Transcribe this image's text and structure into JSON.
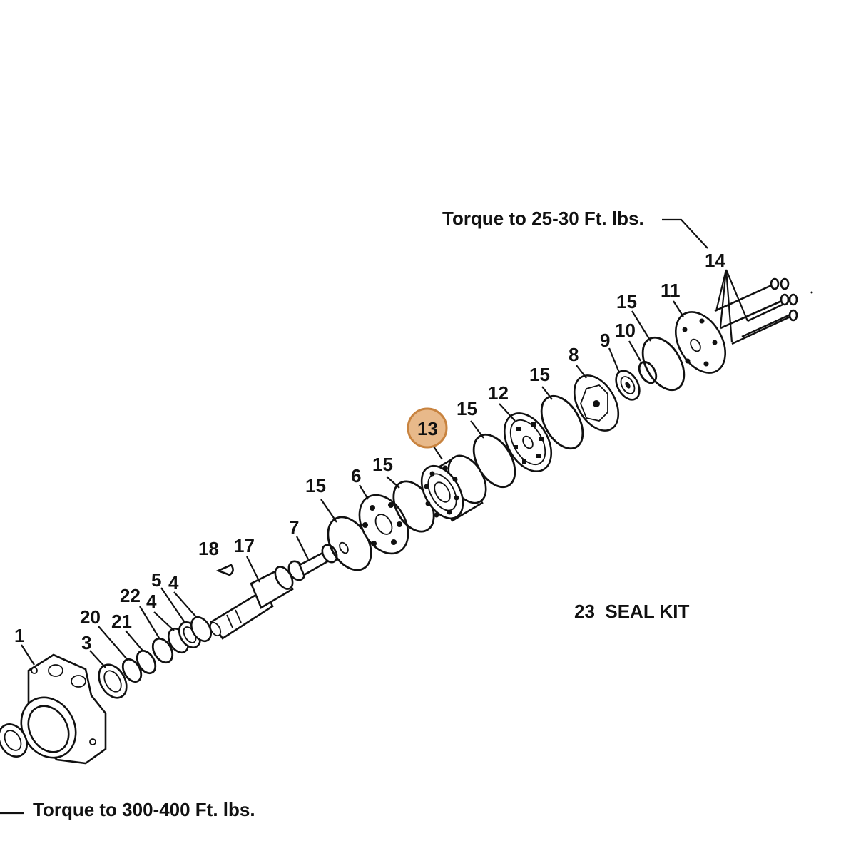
{
  "diagram": {
    "callouts": {
      "c1": "1",
      "c3": "3",
      "c20": "20",
      "c21": "21",
      "c22": "22",
      "c4a": "4",
      "c5": "5",
      "c4b": "4",
      "c18": "18",
      "c17": "17",
      "c7": "7",
      "c15a": "15",
      "c6": "6",
      "c15b": "15",
      "c13": "13",
      "c15c": "15",
      "c12": "12",
      "c15d": "15",
      "c8": "8",
      "c9": "9",
      "c10": "10",
      "c15e": "15",
      "c11": "11",
      "c14": "14"
    },
    "notes": {
      "torque_top": "Torque to 25-30 Ft. lbs.",
      "seal_kit": "23  SEAL KIT",
      "torque_bottom": "Torque to 300-400 Ft. lbs."
    },
    "highlight": {
      "part": "13",
      "fill": "#E8B98A",
      "stroke": "#C8833F"
    }
  }
}
